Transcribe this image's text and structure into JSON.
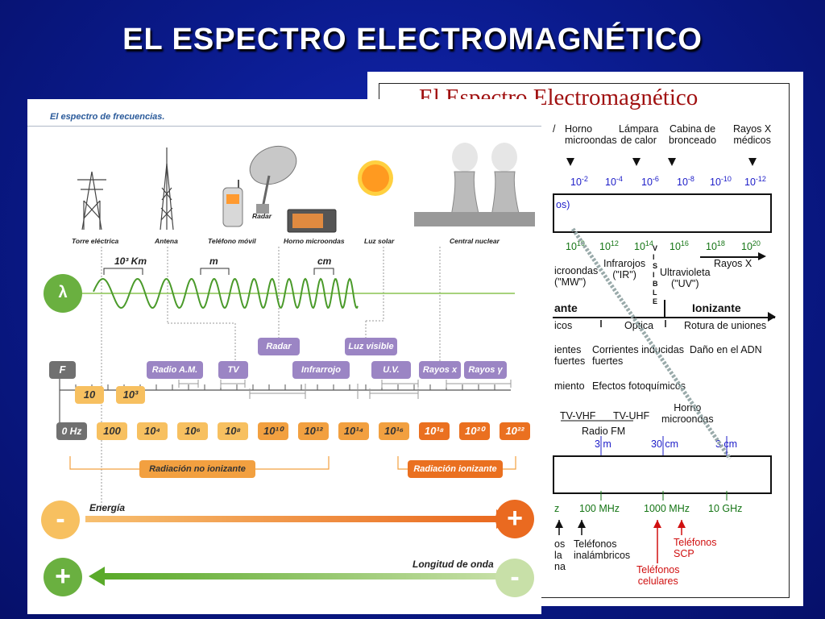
{
  "slide": {
    "title": "EL ESPECTRO ELECTROMAGNÉTICO"
  },
  "back_figure": {
    "title": "El Espectro Electromagnético",
    "top_sources": [
      {
        "label": "Horno\nmicroondas"
      },
      {
        "label": "Lámpara\nde calor"
      },
      {
        "label": "Cabina de\nbronceado"
      },
      {
        "label": "Rayos X\nmédicos"
      }
    ],
    "wavelength_ticks": [
      "10-2",
      "10-4",
      "10-6",
      "10-8",
      "10-10",
      "10-12"
    ],
    "band_label_fragment": "os)",
    "frequency_ticks": [
      "1010",
      "1012",
      "1014",
      "1016",
      "1018",
      "1020"
    ],
    "band_names": {
      "microwave": "icroondas\n(\"MW\")",
      "infrared": "Infrarojos\n(\"IR\")",
      "visible": "V\nI\nS\nI\nB\nL\nE",
      "ultraviolet": "Ultravioleta\n(\"UV\")",
      "xrays": "Rayos X"
    },
    "ionization": {
      "left": "ante",
      "right": "Ionizante"
    },
    "effects_row1": {
      "a": "icos",
      "b": "Optica",
      "c": "Rotura de uniones"
    },
    "effects_row2": {
      "a": "ientes\nfuertes",
      "b": "Corrientes inducidas\nfuertes",
      "c": "Daño en el ADN"
    },
    "effects_row3": {
      "a": "miento",
      "b": "Efectos fotoquímicos"
    },
    "radio_bands": {
      "tvvhf": "TV-VHF",
      "tvuhf": "TV-UHF",
      "radiofm": "Radio FM",
      "horno": "Horno\nmicroondas"
    },
    "wavelengths": [
      "3 m",
      "30 cm",
      "3 cm"
    ],
    "frequencies": [
      "z",
      "100 MHz",
      "1000 MHz",
      "10 GHz"
    ],
    "devices": {
      "left_fragment": "os\nla\nna",
      "inalambricos": "Teléfonos\ninalámbricos",
      "celulares": "Teléfonos\ncelulares",
      "scp": "Teléfonos\nSCP"
    }
  },
  "front_figure": {
    "subtitle": "El espectro de frecuencias.",
    "sources": [
      "Torre eléctrica",
      "Antena",
      "Teléfono móvil",
      "Radar",
      "Horno microondas",
      "Luz solar",
      "Central nuclear"
    ],
    "wave_scale": {
      "lambda": "λ",
      "km": "10³ Km",
      "m": "m",
      "cm": "cm"
    },
    "bands": [
      "Radio A.M.",
      "TV",
      "Radar",
      "Infrarrojo",
      "Luz visible",
      "U.V.",
      "Rayos x",
      "Rayos γ"
    ],
    "freq_label": "F",
    "small_freqs": [
      "10",
      "10³"
    ],
    "scale": [
      "0 Hz",
      "100",
      "10⁴",
      "10⁶",
      "10⁸",
      "10¹⁰",
      "10¹²",
      "10¹⁴",
      "10¹⁶",
      "10¹⁸",
      "10²⁰",
      "10²²"
    ],
    "non_ionizing": "Radiación no ionizante",
    "ionizing": "Radiación ionizante",
    "energy_label": "Energía",
    "wavelength_label": "Longitud de onda",
    "minus": "-",
    "plus": "+"
  },
  "colors": {
    "background": "#0a1a8a",
    "purple": "#9b85c4",
    "orange": "#ea7020",
    "light_orange": "#f7c060",
    "green": "#8ac450"
  }
}
